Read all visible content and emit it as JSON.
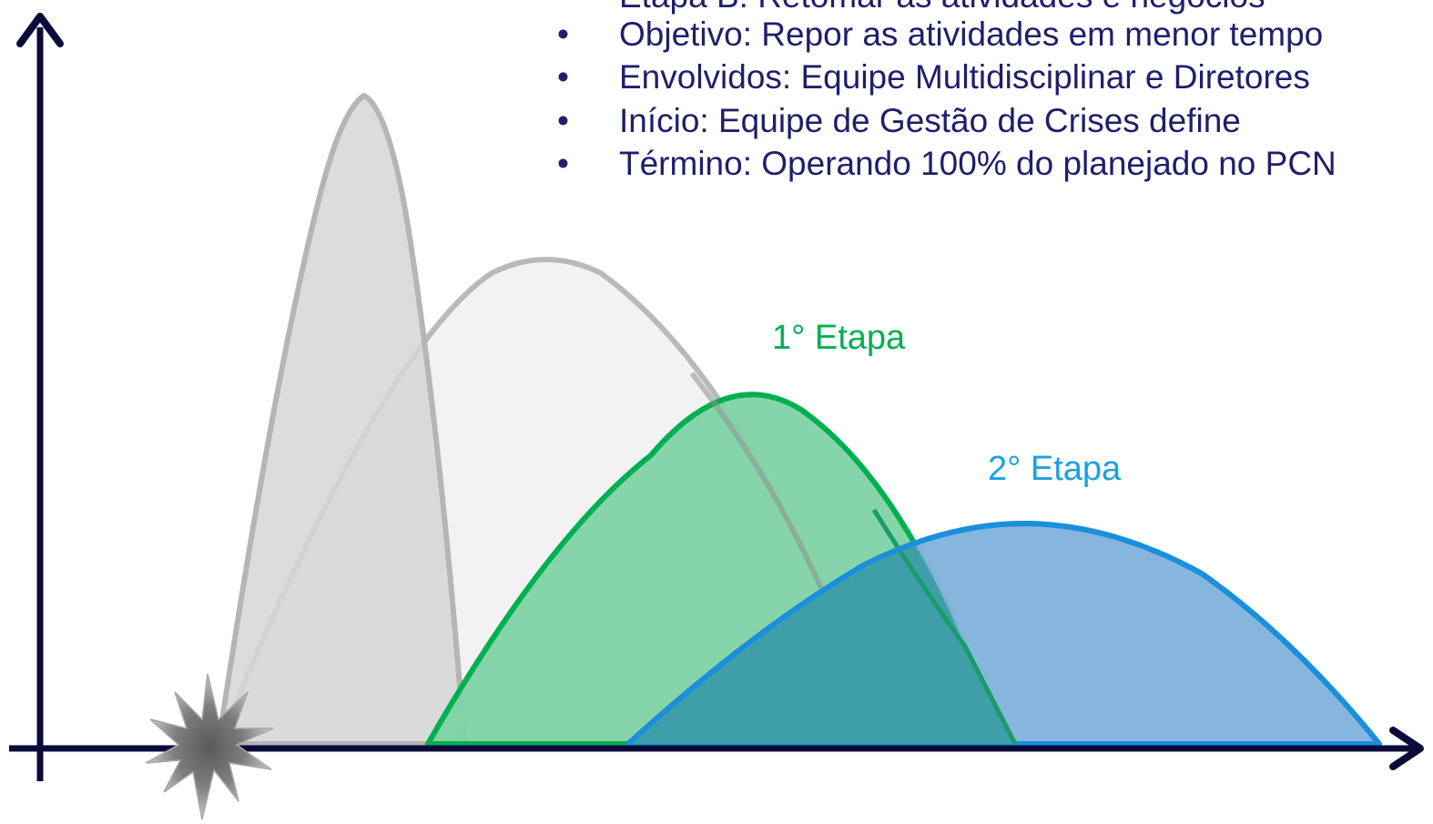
{
  "bullets": {
    "partial_first_line": "Etapa B: Retomar as atividades e negócios",
    "items": [
      "Objetivo: Repor as atividades em menor tempo",
      "Envolvidos: Equipe Multidisciplinar e Diretores",
      "Início: Equipe de Gestão de Crises define",
      "Término: Operando 100% do planejado no PCN"
    ],
    "marker": "•"
  },
  "stages": {
    "first": "1° Etapa",
    "second": "2° Etapa"
  },
  "colors": {
    "axis": "#0b0b3b",
    "bullet_text": "#1f1f6b",
    "first_stage": "#00b050",
    "first_stage_fill": "#7fd3a5",
    "second_stage": "#1ba1e2",
    "second_stage_fill": "#7fb2dc",
    "overlap_fill": "#3f9fa8",
    "ghost_fill": "#d9d9d9",
    "ghost_stroke": "#b8b8b8"
  },
  "icons": {
    "event": "explosion-burst-icon",
    "y_arrow": "arrow-up-icon",
    "x_arrow": "arrow-right-icon"
  }
}
